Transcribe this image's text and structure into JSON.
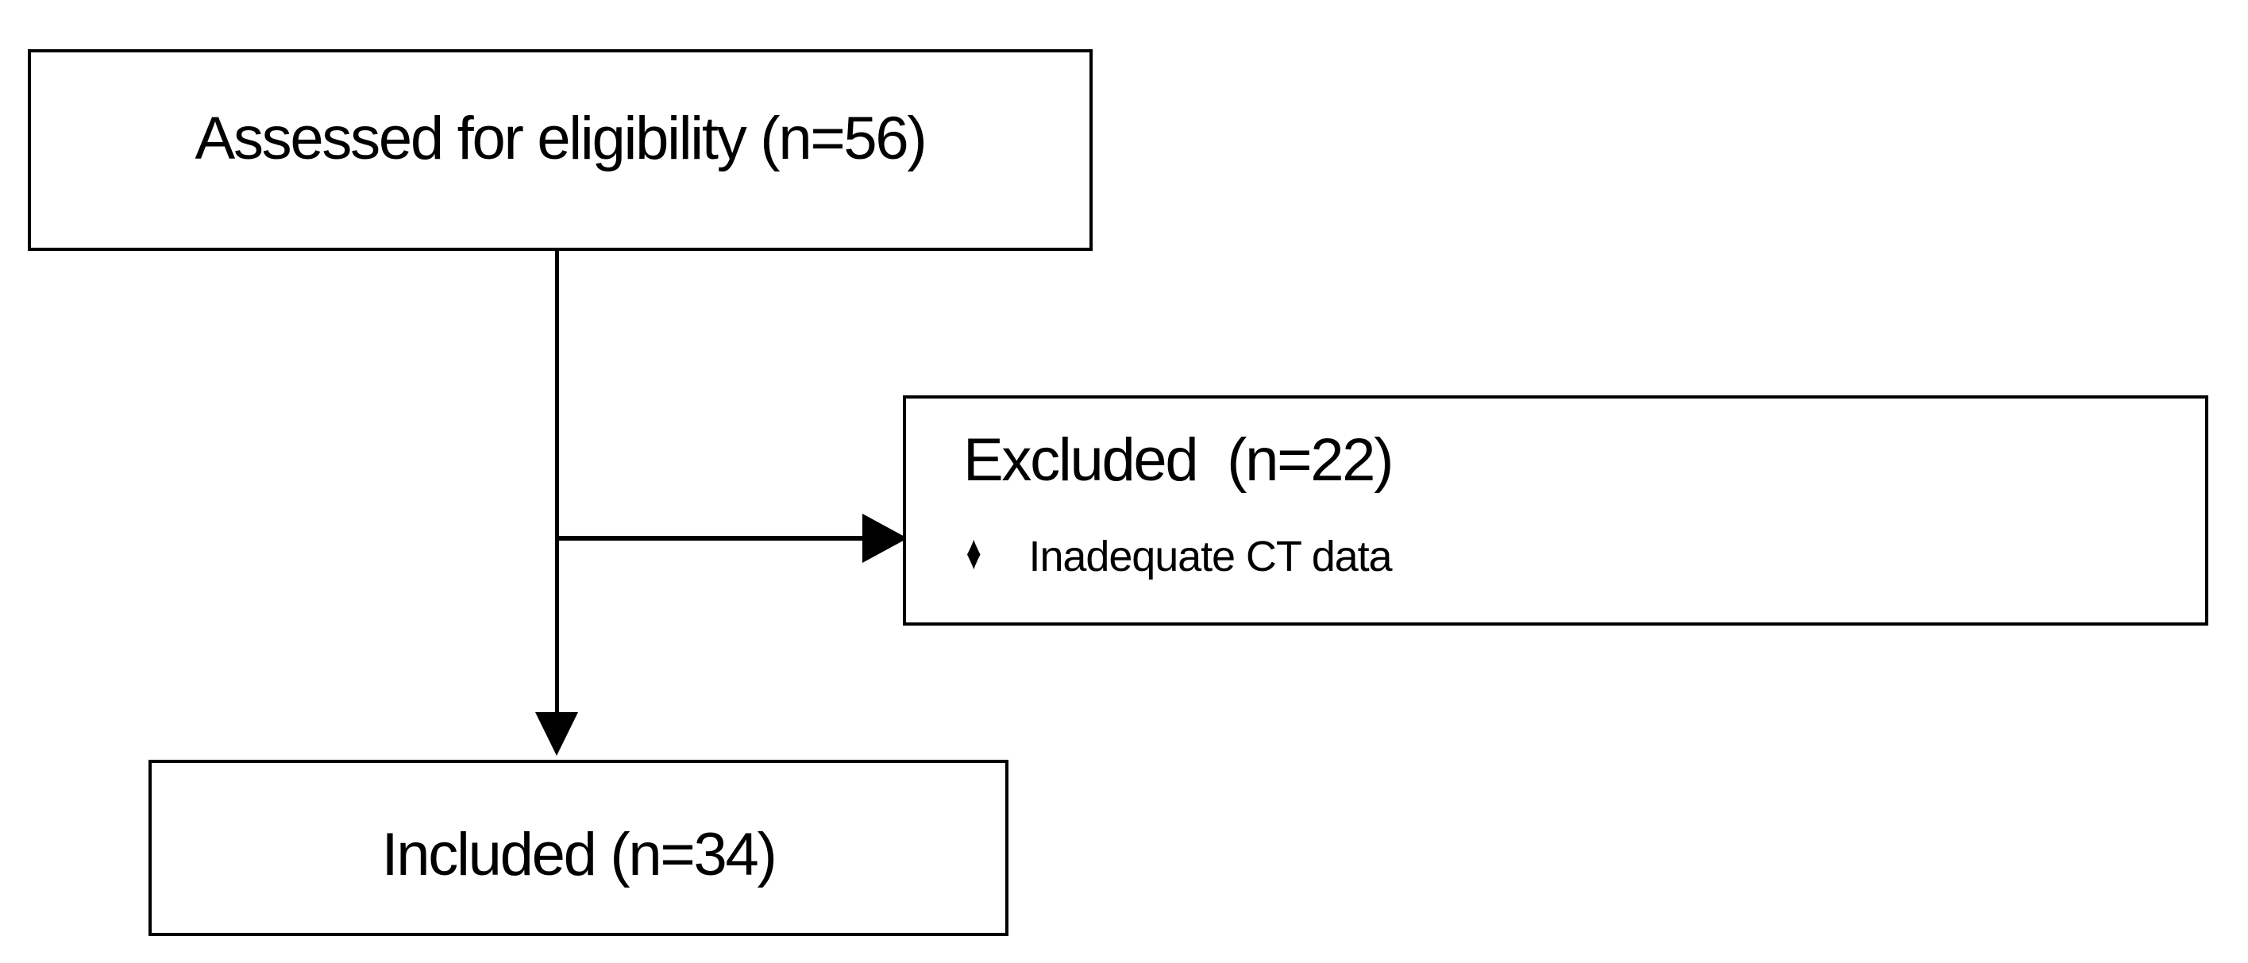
{
  "flowchart": {
    "type": "study-flow-diagram",
    "nodes": {
      "assessed": {
        "label": "Assessed for eligibility (n=56)",
        "n": 56
      },
      "excluded": {
        "title": "Excluded  (n=22)",
        "n": 22,
        "bullet": "Inadequate CT data"
      },
      "included": {
        "label": "Included (n=34)",
        "n": 34
      }
    },
    "edges": [
      {
        "from": "assessed",
        "to": "included",
        "direction": "down"
      },
      {
        "from": "assessed",
        "to": "excluded",
        "direction": "right"
      }
    ],
    "icons": {
      "bullet_glyph": "♦"
    },
    "colors": {
      "line": "#000000",
      "border": "#000000",
      "text": "#000000",
      "background": "#ffffff"
    }
  }
}
